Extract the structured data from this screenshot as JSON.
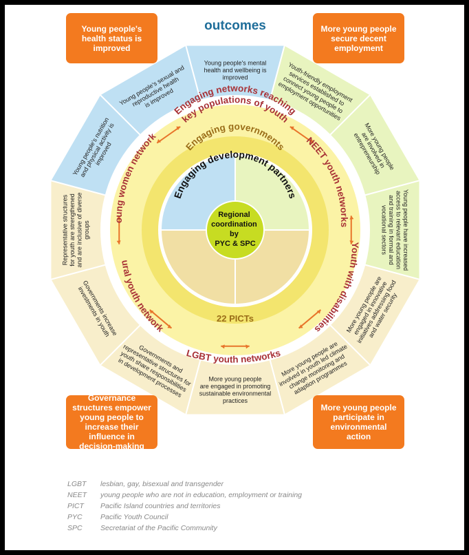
{
  "title": "outcomes",
  "corner_outcomes": [
    "Young people's health status is improved",
    "More young people secure decent employment",
    "Governance structures empower young people to increase their influence in decision-making",
    "More young people participate in environmental action"
  ],
  "segments": [
    [
      "Young people's mental",
      "health and wellbeing is",
      "improved"
    ],
    [
      "Youth-friendly employment",
      "services established to",
      "connect young people to",
      "employment opportunities"
    ],
    [
      "More young people",
      "are involved in",
      "entrepreneurship"
    ],
    [
      "Young people have increased",
      "access to relevant education",
      "and training in formal and",
      "vocational sectors"
    ],
    [
      "More young people are",
      "engaged in innovative",
      "initiatives addressing food",
      "and water security"
    ],
    [
      "More young people are",
      "involved in youth led climate",
      "change monitoring and",
      "adaption programmes"
    ],
    [
      "More young people",
      "are engaged in promoting",
      "sustainable environmental",
      "practices"
    ],
    [
      "Governments and",
      "representative structures for",
      "youth share responsibilities",
      "in development processes"
    ],
    [
      "Governments increase",
      "investments in youth"
    ],
    [
      "Representative structures",
      "for youth are strengthened",
      "and are inclusive of diverse",
      "groups"
    ],
    [
      "Young people's nutrition",
      "and physical activity is",
      "improved"
    ],
    [
      "Young people's sexual and",
      "reproductive health",
      "is improved"
    ]
  ],
  "networks": {
    "key_populations": "Engaging networks reaching key populations of youth",
    "key_populations_l1": "Engaging networks reaching",
    "key_populations_l2": "key populations of youth",
    "neet": "NEET youth networks",
    "disabilities": "Youth with disabilities",
    "lgbt": "LGBT youth networks",
    "rural": "Rural youth networks",
    "women": "Young women networks"
  },
  "engaging_governments": "Engaging governments",
  "picts": "22 PICTs",
  "engaging_partners": "Engaging development partners",
  "center": [
    "Regional",
    "coordination",
    "by",
    "PYC & SPC"
  ],
  "legend": [
    {
      "abbr": "LGBT",
      "desc": "lesbian, gay, bisexual and transgender"
    },
    {
      "abbr": "NEET",
      "desc": "young people who are not in education, employment or training"
    },
    {
      "abbr": "PICT",
      "desc": "Pacific Island countries and territories"
    },
    {
      "abbr": "PYC",
      "desc": "Pacific Youth Council"
    },
    {
      "abbr": "SPC",
      "desc": "Secretariat of the Pacific Community"
    }
  ],
  "colors": {
    "orange": "#f37a1f",
    "blue": "#bfe0f3",
    "green": "#e8f4bf",
    "cream": "#f8eecb",
    "yellow_ring": "#fbf3a6",
    "yellow_dark": "#f3e56e",
    "center_green": "#c7dc22",
    "network_text": "#a83237",
    "title": "#1f6e9a"
  }
}
